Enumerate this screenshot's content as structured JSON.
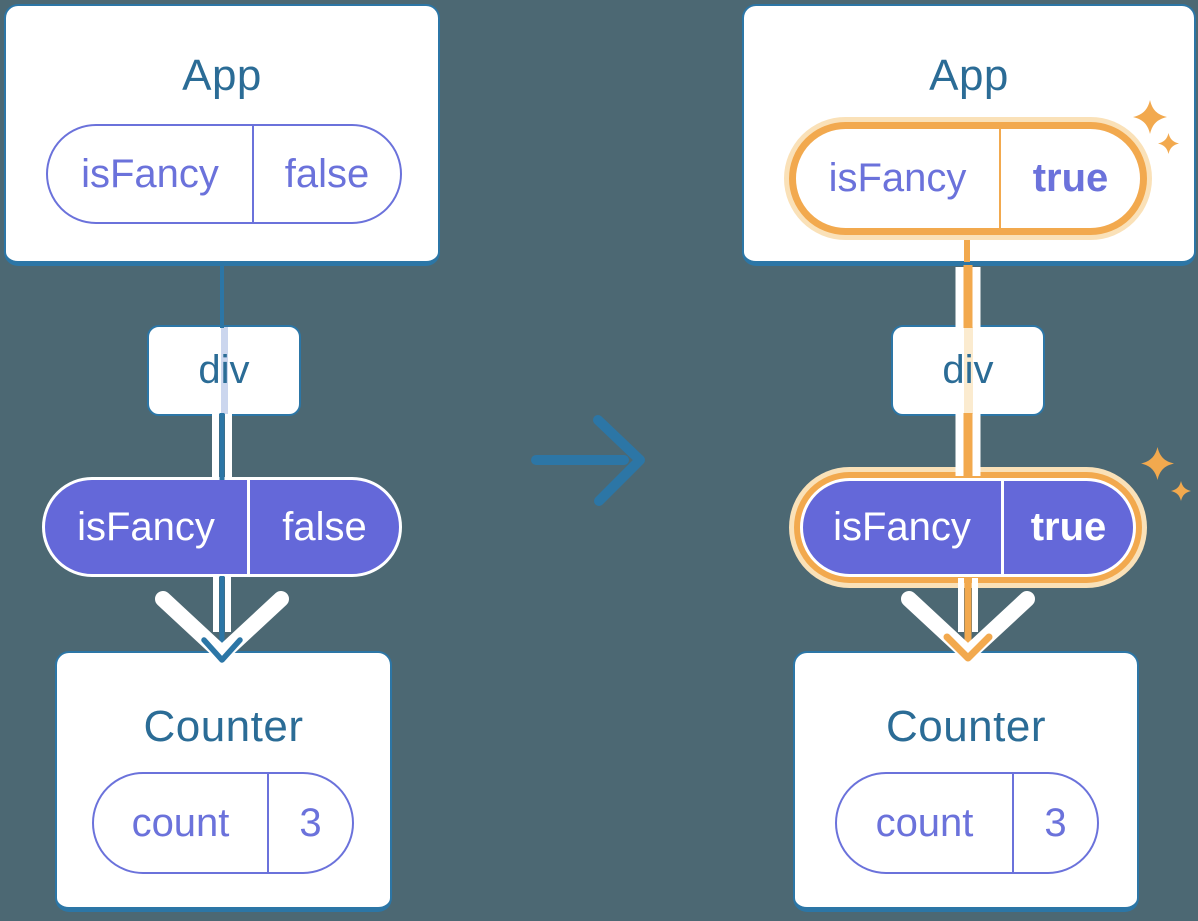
{
  "colors": {
    "background": "#4C6873",
    "teal_text": "#2B6C96",
    "teal_line": "#2C76A6",
    "purple": "#6B72DB",
    "purple_fill": "#6468D9",
    "orange": "#F2A94E",
    "orange_glow": "#FAE1B8",
    "orange_faded": "#FBEBCF",
    "lavender_faded": "#CBD6EE",
    "white": "#FFFFFF"
  },
  "icons": {
    "transition": "right-arrow-icon",
    "highlight": "sparkle-icon",
    "flow": "down-arrow-icon"
  },
  "panels": {
    "before": {
      "app": {
        "title": "App",
        "state": {
          "name": "isFancy",
          "value": "false"
        }
      },
      "div": {
        "label": "div"
      },
      "prop": {
        "name": "isFancy",
        "value": "false"
      },
      "counter": {
        "title": "Counter",
        "state": {
          "name": "count",
          "value": "3"
        }
      }
    },
    "after": {
      "app": {
        "title": "App",
        "state": {
          "name": "isFancy",
          "value": "true"
        }
      },
      "div": {
        "label": "div"
      },
      "prop": {
        "name": "isFancy",
        "value": "true"
      },
      "counter": {
        "title": "Counter",
        "state": {
          "name": "count",
          "value": "3"
        }
      }
    }
  }
}
